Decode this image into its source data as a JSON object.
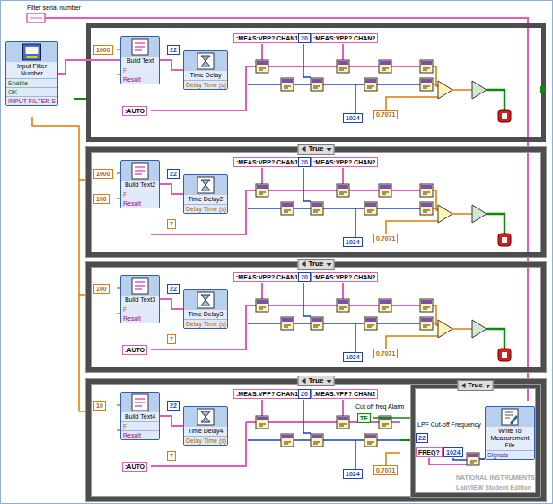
{
  "diagram": {
    "nodes": [
      {
        "text": [
          "Input Filter Number",
          "Enable",
          "OK",
          "INPUT FILTER S"
        ]
      },
      {
        "text": [
          "Build Text",
          "F",
          "Result"
        ]
      },
      {
        "text": [
          "Time Delay",
          "Delay Time (s)"
        ]
      },
      {
        "text": [
          "True"
        ]
      },
      {
        "text": [
          "Build Text2",
          "F",
          "Result"
        ],
        "in": 3
      },
      {
        "text": [
          "Time Delay2",
          "Delay Time (s)"
        ],
        "in": 3
      },
      {
        "text": [
          "True"
        ]
      },
      {
        "text": [
          "Build Text3",
          "F",
          "Result"
        ],
        "in": 6
      },
      {
        "text": [
          "Time Delay3",
          "Delay Time (s)"
        ],
        "in": 6
      },
      {
        "text": [
          "True"
        ]
      },
      {
        "text": [
          "Build Text4",
          "F",
          "Result"
        ],
        "in": 9
      },
      {
        "text": [
          "Time Delay4",
          "Delay Time (s)"
        ],
        "in": 9
      },
      {
        "text": [
          "True"
        ],
        "in": 9
      },
      {
        "text": [
          "Write To Measurement File",
          "Signals"
        ],
        "in": 12
      }
    ],
    "edges": [
      {
        "from": 0,
        "to": 1,
        "arrow": "none"
      },
      {
        "from": 1,
        "to": 2,
        "arrow": "none"
      },
      {
        "from": 4,
        "to": 5,
        "arrow": "none"
      },
      {
        "from": 7,
        "to": 8,
        "arrow": "none"
      },
      {
        "from": 10,
        "to": 11,
        "arrow": "none"
      }
    ],
    "labels": [
      "Filter serial number",
      "1000",
      "22",
      ":MEAS:VPP? CHAN1",
      "20",
      ":MEAS:VPP? CHAN2",
      ":AUTO",
      "1024",
      "0.7071",
      "1000",
      "100",
      "22",
      ":MEAS:VPP? CHAN1",
      "20",
      ":MEAS:VPP? CHAN2",
      "7",
      "1024",
      "0.7071",
      "100",
      "22",
      ":MEAS:VPP? CHAN1",
      "20",
      ":MEAS:VPP? CHAN2",
      ":AUTO",
      "7",
      "1024",
      "0.7071",
      "10",
      "22",
      ":MEAS:VPP? CHAN1",
      "20",
      ":MEAS:VPP? CHAN2",
      ":AUTO",
      "7",
      "1024",
      "0.7071",
      "Cut off freq Alarm",
      "TF",
      "LPF Cut-off Frequency",
      "22",
      "FREQ?",
      "1024",
      "NATIONAL INSTRUMENTS",
      "LabVIEW Student Edition"
    ]
  }
}
